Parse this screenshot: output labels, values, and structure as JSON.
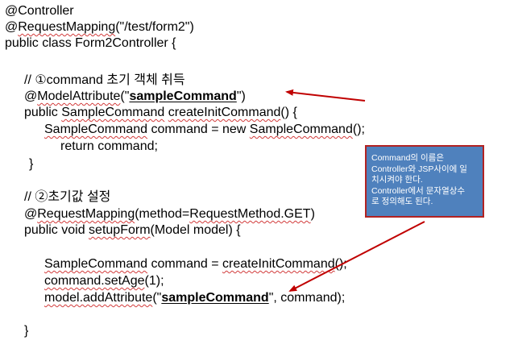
{
  "code": {
    "l1": "@Controller",
    "l2a": "@",
    "l2b": "RequestMapping",
    "l2c": "(\"/test/form2\")",
    "l3": "public class Form2Controller {",
    "l4": "// ①command 초기 객체 취득",
    "l5a": "@",
    "l5b": "ModelAttribute",
    "l5c": "(\"",
    "l5d": "sampleCommand",
    "l5e": "\")",
    "l6a": "public ",
    "l6b": "SampleCommand",
    "l6c": " ",
    "l6d": "createInitCommand",
    "l6e": "() {",
    "l7a": "SampleCommand",
    "l7b": " command = new ",
    "l7c": "SampleCommand",
    "l7d": "();",
    "l8": "return command;",
    "l9": "}",
    "l10": "// ②초기값 설정",
    "l11a": "@",
    "l11b": "RequestMapping",
    "l11c": "(method=",
    "l11d": "RequestMethod.GET",
    "l11e": ")",
    "l12a": "public void ",
    "l12b": "setupForm",
    "l12c": "(Model model) {",
    "l13a": "SampleCommand",
    "l13b": " command = ",
    "l13c": "createInitCommand",
    "l13d": "();",
    "l14a": "command.setAge",
    "l14b": "(1);",
    "l15a": "model.addAttribute",
    "l15b": "(\"",
    "l15c": "sampleCommand",
    "l15d": "\", command);",
    "l16": "}"
  },
  "note": {
    "line1": "Command의 이름은",
    "line2": "Controller와 JSP사이에 일",
    "line3": "치시켜야 한다.",
    "line4": "Controller에서 문자열상수",
    "line5": "로 정의해도 된다."
  },
  "colors": {
    "note_bg": "#4f81bd",
    "note_border": "#b22222",
    "arrow": "#c00000",
    "squiggle": "#d23b3b"
  }
}
